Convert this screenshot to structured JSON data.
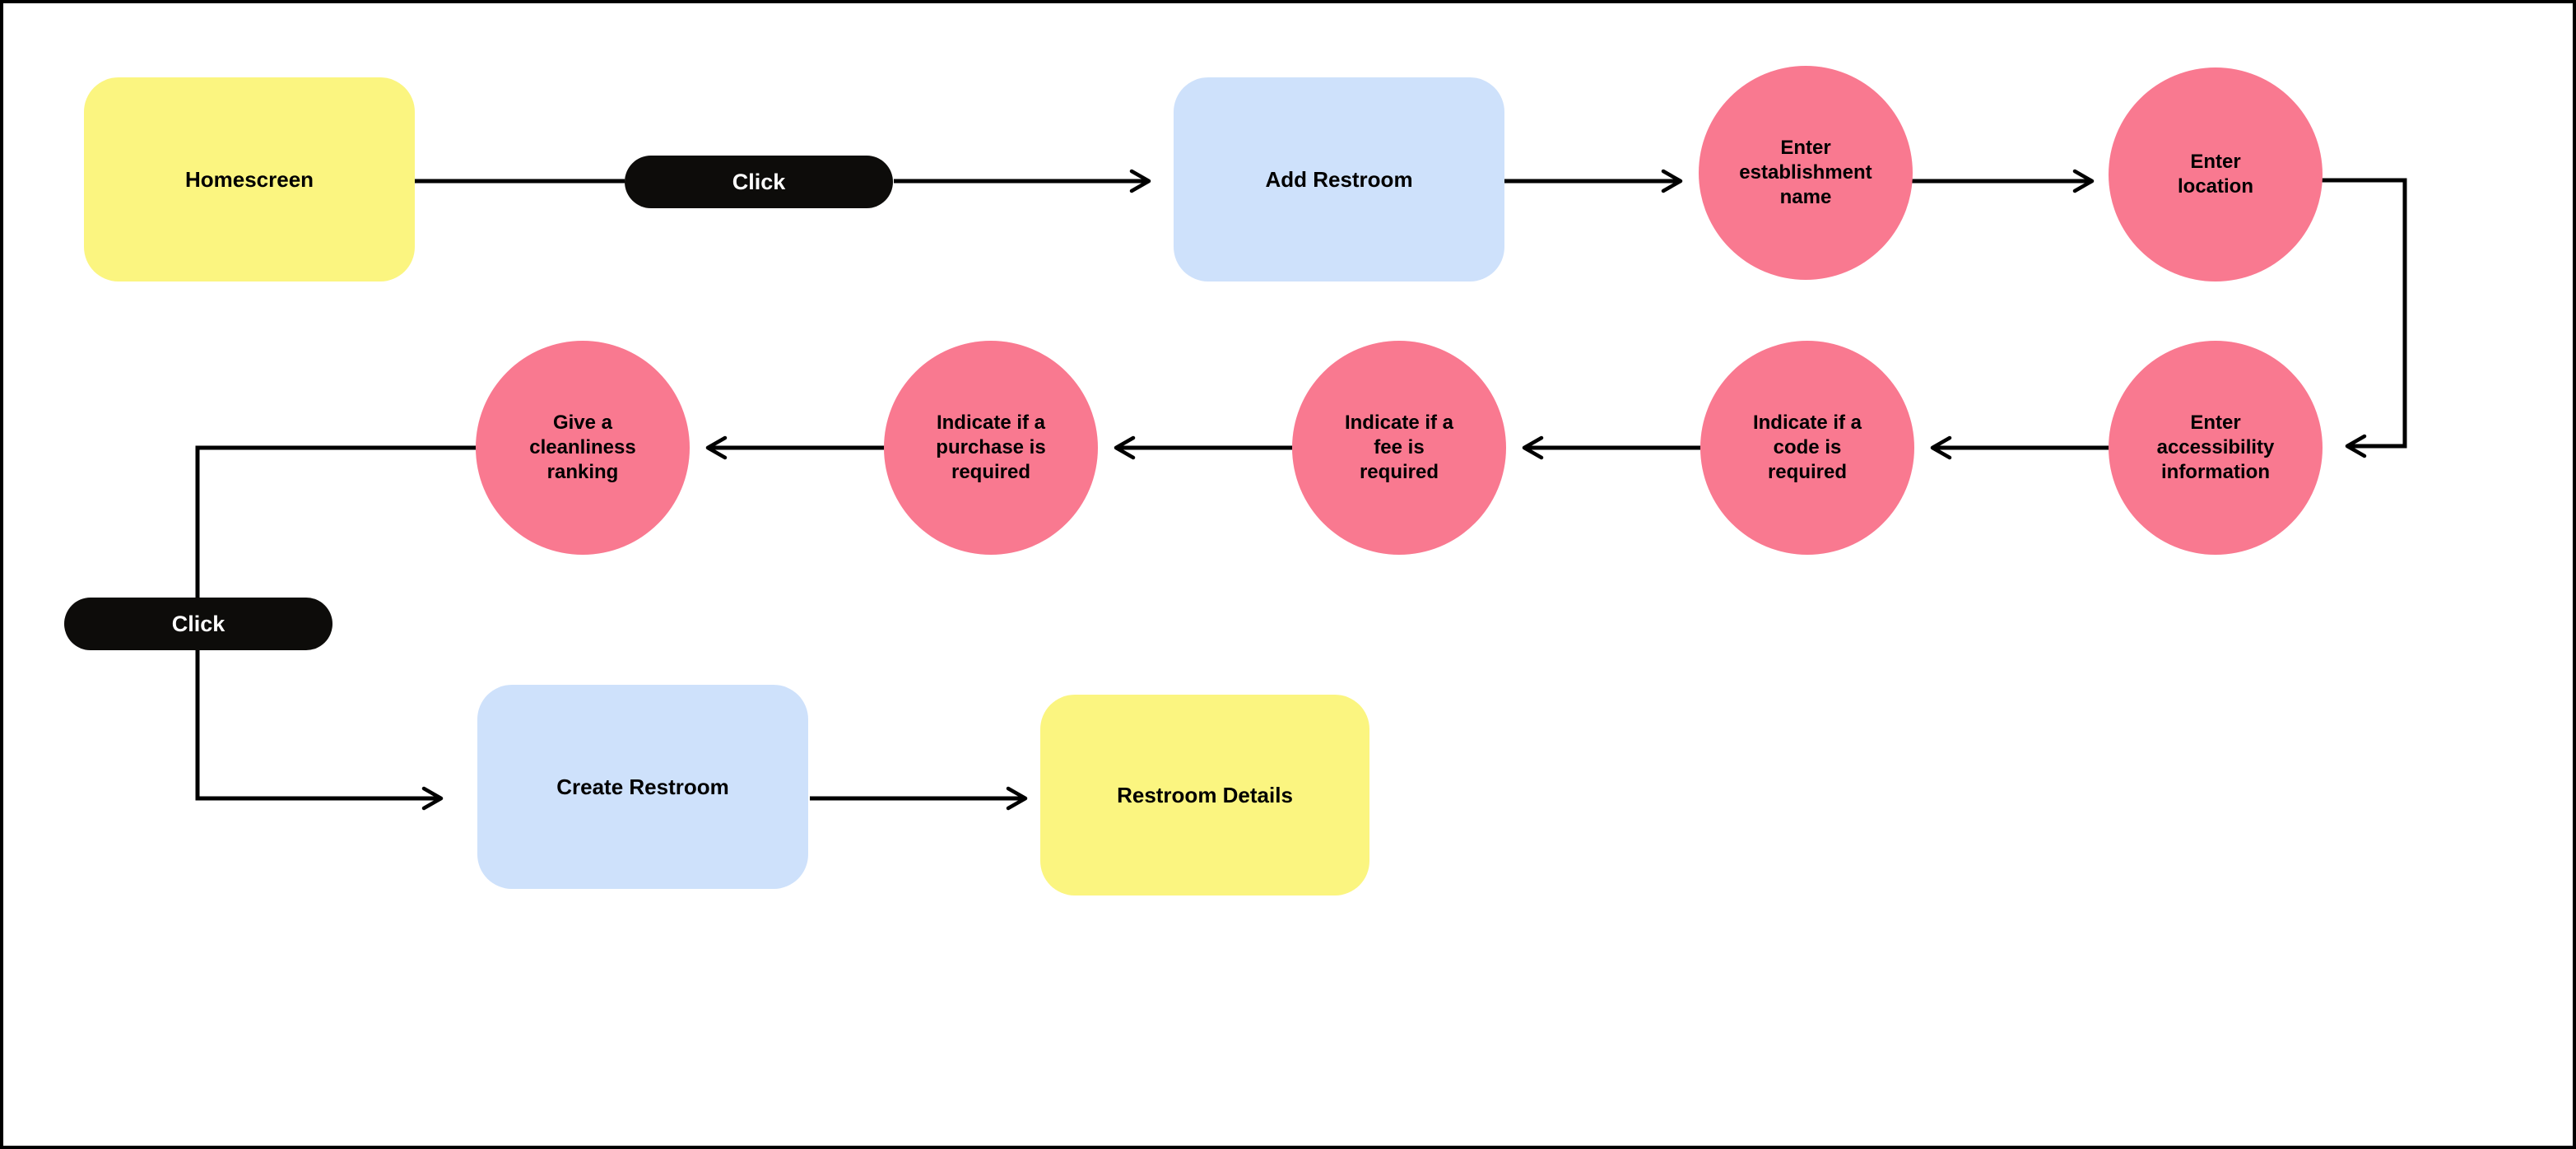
{
  "canvas": {
    "background": "#ffffff",
    "frame_color": "#000000"
  },
  "palette": {
    "yellow": "#FBF580",
    "blue": "#CEE1FB",
    "pink": "#F97990",
    "black": "#0D0C0A",
    "connector": "#000000",
    "text": "#000000",
    "pill_text": "#ffffff"
  },
  "nodes": [
    {
      "id": "homescreen",
      "shape": "rounded-rect",
      "color": "yellow",
      "label": "Homescreen"
    },
    {
      "id": "click-1",
      "shape": "pill",
      "color": "black",
      "label": "Click"
    },
    {
      "id": "add-restroom",
      "shape": "rounded-rect",
      "color": "blue",
      "label": "Add Restroom"
    },
    {
      "id": "enter-establishment-name",
      "shape": "circle",
      "color": "pink",
      "label": "Enter\nestablishment\nname"
    },
    {
      "id": "enter-location",
      "shape": "circle",
      "color": "pink",
      "label": "Enter\nlocation"
    },
    {
      "id": "enter-accessibility-information",
      "shape": "circle",
      "color": "pink",
      "label": "Enter\naccessibility\ninformation"
    },
    {
      "id": "indicate-code-required",
      "shape": "circle",
      "color": "pink",
      "label": "Indicate if a\ncode is\nrequired"
    },
    {
      "id": "indicate-fee-required",
      "shape": "circle",
      "color": "pink",
      "label": "Indicate if a\nfee is\nrequired"
    },
    {
      "id": "indicate-purchase-required",
      "shape": "circle",
      "color": "pink",
      "label": "Indicate if a\npurchase is\nrequired"
    },
    {
      "id": "give-cleanliness-ranking",
      "shape": "circle",
      "color": "pink",
      "label": "Give a\ncleanliness\nranking"
    },
    {
      "id": "click-2",
      "shape": "pill",
      "color": "black",
      "label": "Click"
    },
    {
      "id": "create-restroom",
      "shape": "rounded-rect",
      "color": "blue",
      "label": "Create Restroom"
    },
    {
      "id": "restroom-details",
      "shape": "rounded-rect",
      "color": "yellow",
      "label": "Restroom Details"
    }
  ],
  "edges": [
    {
      "from": "homescreen",
      "to": "add-restroom",
      "via": "click-1"
    },
    {
      "from": "add-restroom",
      "to": "enter-establishment-name"
    },
    {
      "from": "enter-establishment-name",
      "to": "enter-location"
    },
    {
      "from": "enter-location",
      "to": "enter-accessibility-information"
    },
    {
      "from": "enter-accessibility-information",
      "to": "indicate-code-required"
    },
    {
      "from": "indicate-code-required",
      "to": "indicate-fee-required"
    },
    {
      "from": "indicate-fee-required",
      "to": "indicate-purchase-required"
    },
    {
      "from": "indicate-purchase-required",
      "to": "give-cleanliness-ranking"
    },
    {
      "from": "give-cleanliness-ranking",
      "to": "create-restroom",
      "via": "click-2"
    },
    {
      "from": "create-restroom",
      "to": "restroom-details"
    }
  ]
}
